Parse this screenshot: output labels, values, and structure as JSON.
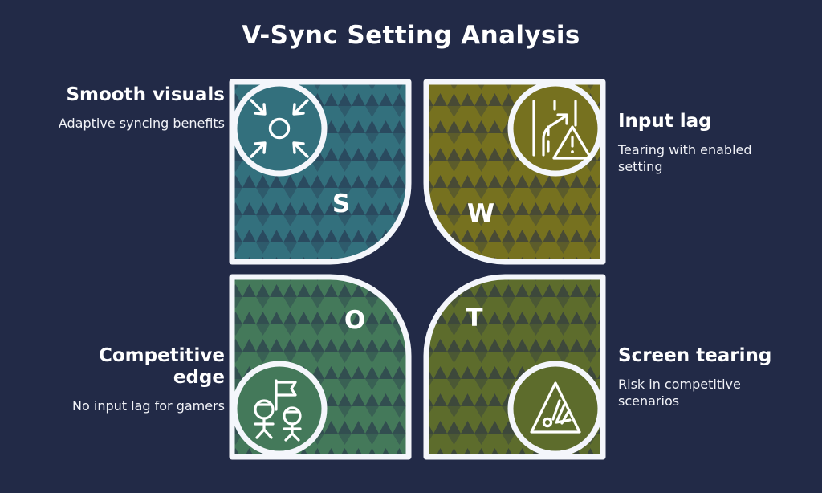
{
  "header": {
    "title": "V-Sync Setting Analysis"
  },
  "theme": {
    "background": "#222a47",
    "stroke": "#f4f6fb",
    "text": "#ffffff",
    "strengths_color": "#33707d",
    "weaknesses_color": "#76711f",
    "opportunities_color": "#44795a",
    "threats_color": "#5d6c2c"
  },
  "quadrants": [
    {
      "key": "strengths",
      "letter": "S",
      "title": "Smooth visuals",
      "description": "Adaptive syncing benefits",
      "icon": "converge-arrows-icon",
      "color": "#33707d",
      "position": "top-left"
    },
    {
      "key": "weaknesses",
      "letter": "W",
      "title": "Input lag",
      "description": "Tearing with enabled setting",
      "icon": "road-lane-warning-icon",
      "color": "#76711f",
      "position": "top-right"
    },
    {
      "key": "opportunities",
      "letter": "O",
      "title": "Competitive edge",
      "description": "No input lag for gamers",
      "icon": "team-flag-icon",
      "color": "#44795a",
      "position": "bottom-left"
    },
    {
      "key": "threats",
      "letter": "T",
      "title": "Screen tearing",
      "description": "Risk in competitive scenarios",
      "icon": "falling-rocks-warning-icon",
      "color": "#5d6c2c",
      "position": "bottom-right"
    }
  ],
  "labels": {
    "strengths": {
      "title": "Smooth visuals",
      "description": "Adaptive syncing benefits"
    },
    "weaknesses": {
      "title": "Input lag",
      "description": "Tearing with enabled setting"
    },
    "opportunities": {
      "title": "Competitive edge",
      "description": "No input lag for gamers"
    },
    "threats": {
      "title": "Screen tearing",
      "description": "Risk in competitive scenarios"
    }
  },
  "letters": {
    "strengths": "S",
    "weaknesses": "W",
    "opportunities": "O",
    "threats": "T"
  }
}
